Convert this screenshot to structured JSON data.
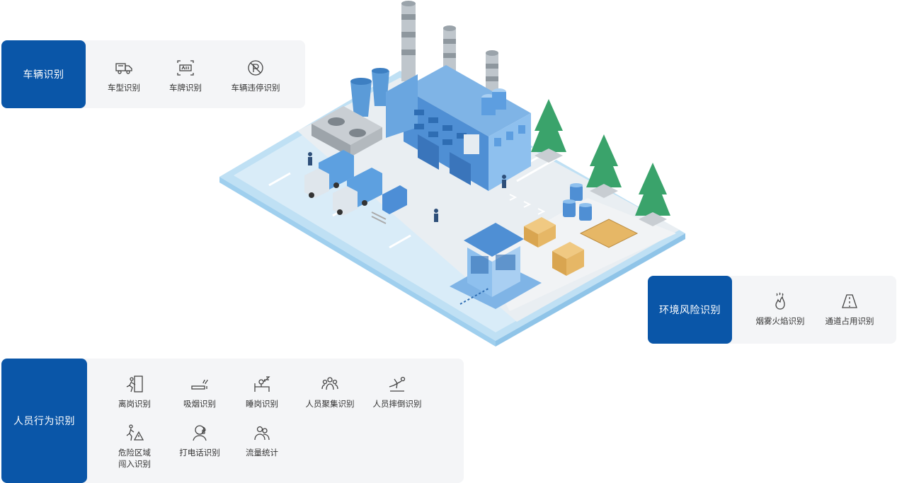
{
  "vehicle": {
    "title": "车辆识别",
    "items": [
      "车型识别",
      "车牌识别",
      "车辆违停识别"
    ]
  },
  "environment": {
    "title": "环境风险识别",
    "items": [
      "烟雾火焰识别",
      "通道占用识别"
    ]
  },
  "personnel": {
    "title": "人员行为识别",
    "items": [
      "离岗识别",
      "吸烟识别",
      "睡岗识别",
      "人员聚集识别",
      "人员摔倒识别",
      "危险区域",
      "闯入识别",
      "打电话识别",
      "流量统计"
    ]
  },
  "colors": {
    "brand_blue": "#0a56a8",
    "panel_bg": "#f4f5f7",
    "icon_stroke": "#444444"
  }
}
